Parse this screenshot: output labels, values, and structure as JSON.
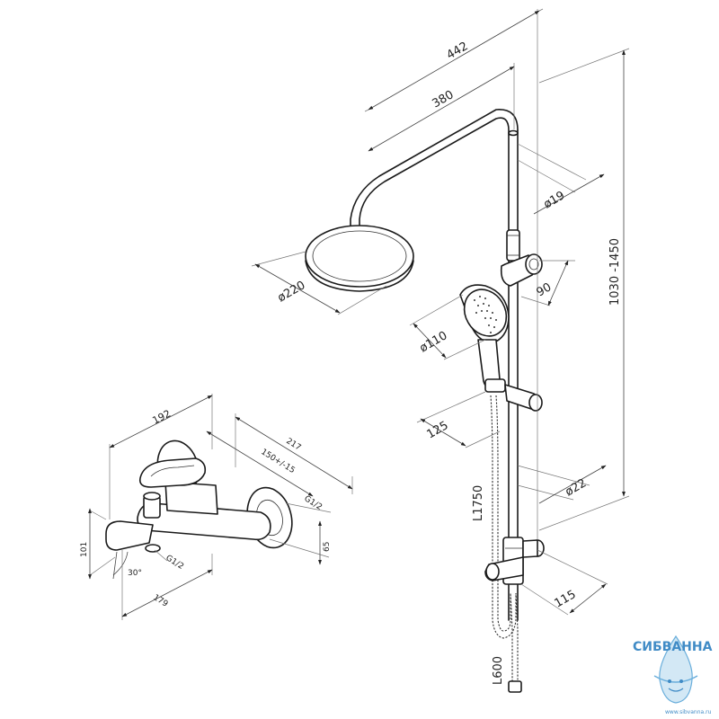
{
  "dimensions": {
    "total_width": "442",
    "arm_length": "380",
    "pipe_diameter": "ø19",
    "head_diameter": "ø220",
    "holder_offset": "90",
    "hand_shower_diameter": "ø110",
    "slider_offset": "125",
    "bar_diameter": "ø22",
    "height_range": "1030 -1450",
    "hose_length": "L1750",
    "hose_lower_length": "L600",
    "bottom_offset": "115",
    "mixer_total_width": "192",
    "mixer_width": "217",
    "mixer_spacing": "150+/-15",
    "mixer_thread_top": "G1/2",
    "mixer_thread_bottom": "G1/2",
    "mixer_height": "101",
    "mixer_angle": "30°",
    "mixer_length": "179",
    "mixer_depth": "65"
  },
  "watermark": {
    "brand": "СИБВАННА",
    "url": "www.sibvanna.ru"
  }
}
